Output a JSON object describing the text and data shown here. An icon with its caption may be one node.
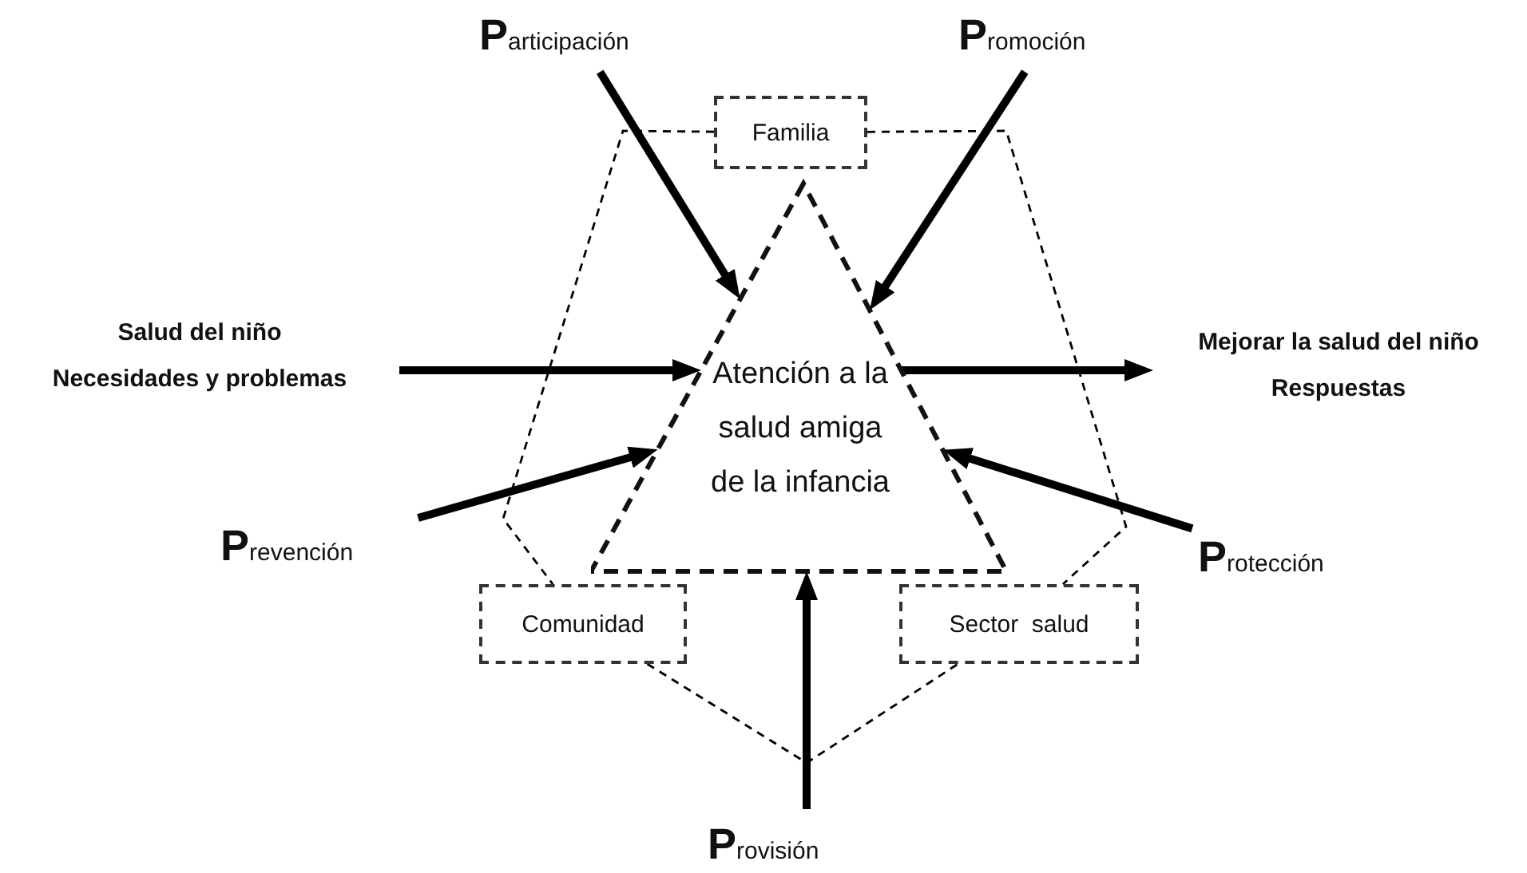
{
  "diagram": {
    "nodes": [
      {
        "text": [
          "Participación"
        ]
      },
      {
        "text": [
          "Promoción"
        ]
      },
      {
        "text": [
          "Familia"
        ]
      },
      {
        "text": [
          "Salud del niño",
          "Necesidades y problemas"
        ]
      },
      {
        "text": [
          "Atención a la salud amiga de la infancia"
        ]
      },
      {
        "text": [
          "Mejorar la salud del niño",
          "Respuestas"
        ]
      },
      {
        "text": [
          "Prevención"
        ]
      },
      {
        "text": [
          "Protección"
        ]
      },
      {
        "text": [
          "Comunidad"
        ]
      },
      {
        "text": [
          "Sector  salud"
        ]
      },
      {
        "text": [
          "Provisión"
        ]
      }
    ],
    "edges": [
      {
        "from": 0,
        "to": 4,
        "arrow": "to"
      },
      {
        "from": 1,
        "to": 4,
        "arrow": "to"
      },
      {
        "from": 3,
        "to": 4,
        "arrow": "to"
      },
      {
        "from": 4,
        "to": 5,
        "arrow": "to"
      },
      {
        "from": 6,
        "to": 4,
        "arrow": "to"
      },
      {
        "from": 7,
        "to": 4,
        "arrow": "to"
      },
      {
        "from": 10,
        "to": 4,
        "arrow": "to"
      },
      {
        "from": 2,
        "to": 8,
        "arrow": "none",
        "style": "dashed"
      },
      {
        "from": 2,
        "to": 9,
        "arrow": "none",
        "style": "dashed"
      },
      {
        "from": 8,
        "to": 9,
        "arrow": "none",
        "style": "dashed"
      }
    ]
  }
}
